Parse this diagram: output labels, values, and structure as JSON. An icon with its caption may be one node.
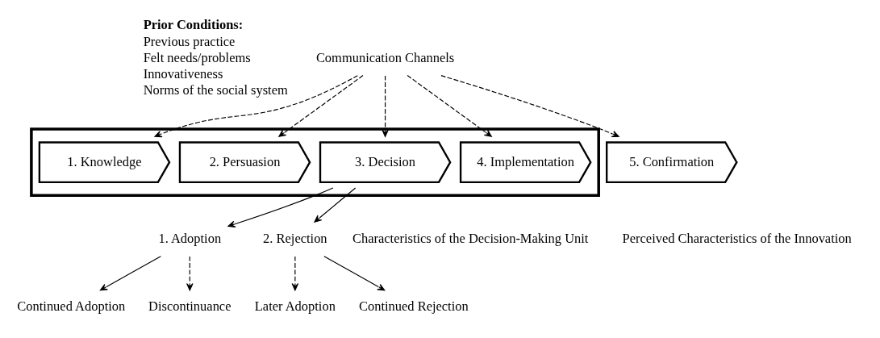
{
  "diagram": {
    "nodes": [
      {
        "text": [
          "Communication Channels"
        ]
      },
      {
        "text": [],
        "shape": "box"
      },
      {
        "text": [
          "1. Knowledge"
        ],
        "in": 1
      },
      {
        "text": [
          "2. Persuasion"
        ],
        "in": 1
      },
      {
        "text": [
          "3. Decision"
        ],
        "in": 1
      },
      {
        "text": [
          "4. Implementation"
        ],
        "in": 1
      },
      {
        "text": [
          "5. Confirmation"
        ]
      },
      {
        "text": [
          "1. Adoption"
        ]
      },
      {
        "text": [
          "2. Rejection"
        ]
      },
      {
        "text": [
          "Continued Adoption"
        ]
      },
      {
        "text": [
          "Later Adoption"
        ]
      },
      {
        "text": [
          "Discontinuance"
        ]
      },
      {
        "text": [
          "Continued Rejection"
        ]
      }
    ],
    "edges": [
      {
        "from": 0,
        "to": 2,
        "arrow": "to",
        "style": "dashed"
      },
      {
        "from": 0,
        "to": 3,
        "arrow": "to",
        "style": "dashed"
      },
      {
        "from": 0,
        "to": 4,
        "arrow": "to",
        "style": "dashed"
      },
      {
        "from": 0,
        "to": 5,
        "arrow": "to",
        "style": "dashed"
      },
      {
        "from": 0,
        "to": 6,
        "arrow": "to",
        "style": "dashed"
      },
      {
        "from": 4,
        "to": 7,
        "arrow": "to"
      },
      {
        "from": 4,
        "to": 8,
        "arrow": "to"
      },
      {
        "from": 7,
        "to": 9,
        "arrow": "to"
      },
      {
        "from": 7,
        "to": 11,
        "arrow": "to",
        "style": "dashed"
      },
      {
        "from": 8,
        "to": 10,
        "arrow": "to",
        "style": "dashed"
      },
      {
        "from": 8,
        "to": 12,
        "arrow": "to"
      }
    ],
    "labels": [
      "Prior Conditions:",
      "Previous practice",
      "Felt needs/problems",
      "Innovativeness",
      "Norms of the social system",
      "Characteristics of the Decision-Making Unit",
      "Perceived Characteristics of the Innovation"
    ]
  }
}
